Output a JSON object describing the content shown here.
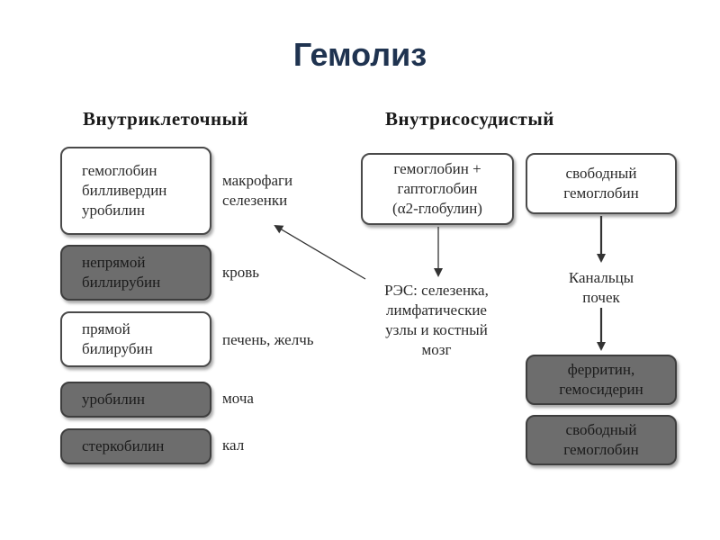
{
  "title": "Гемолиз",
  "headings": {
    "left": "Внутриклеточный",
    "right": "Внутрисосудистый"
  },
  "left_boxes": [
    {
      "lines": [
        "гемоглобин",
        "билливердин",
        "уробилин"
      ],
      "label": [
        "макрофаги",
        "селезенки"
      ]
    },
    {
      "lines": [
        "непрямой",
        "биллирубин"
      ],
      "label": [
        "кровь"
      ]
    },
    {
      "lines": [
        "прямой",
        "билирубин"
      ],
      "label": [
        "печень, желчь"
      ]
    },
    {
      "lines": [
        "уробилин"
      ],
      "label": [
        "моча"
      ]
    },
    {
      "lines": [
        "стеркобилин"
      ],
      "label": [
        "кал"
      ]
    }
  ],
  "right_boxes": {
    "haptoglobin": [
      "гемоглобин +",
      "гаптоглобин",
      "(α2-глобулин)"
    ],
    "free_hb_top": [
      "свободный",
      "гемоглобин"
    ],
    "ferritin": [
      "ферритин,",
      "гемосидерин"
    ],
    "free_hb_bottom": [
      "свободный",
      "гемоглобин"
    ]
  },
  "labels": {
    "res": [
      "РЭС: селезенка,",
      "лимфатические",
      "узлы и костный",
      "мозг"
    ],
    "kidney": [
      "Канальцы",
      "почек"
    ]
  },
  "colors": {
    "title": "#1f3350",
    "dark_box": "#6d6d6d",
    "light_box": "#ffffff"
  }
}
